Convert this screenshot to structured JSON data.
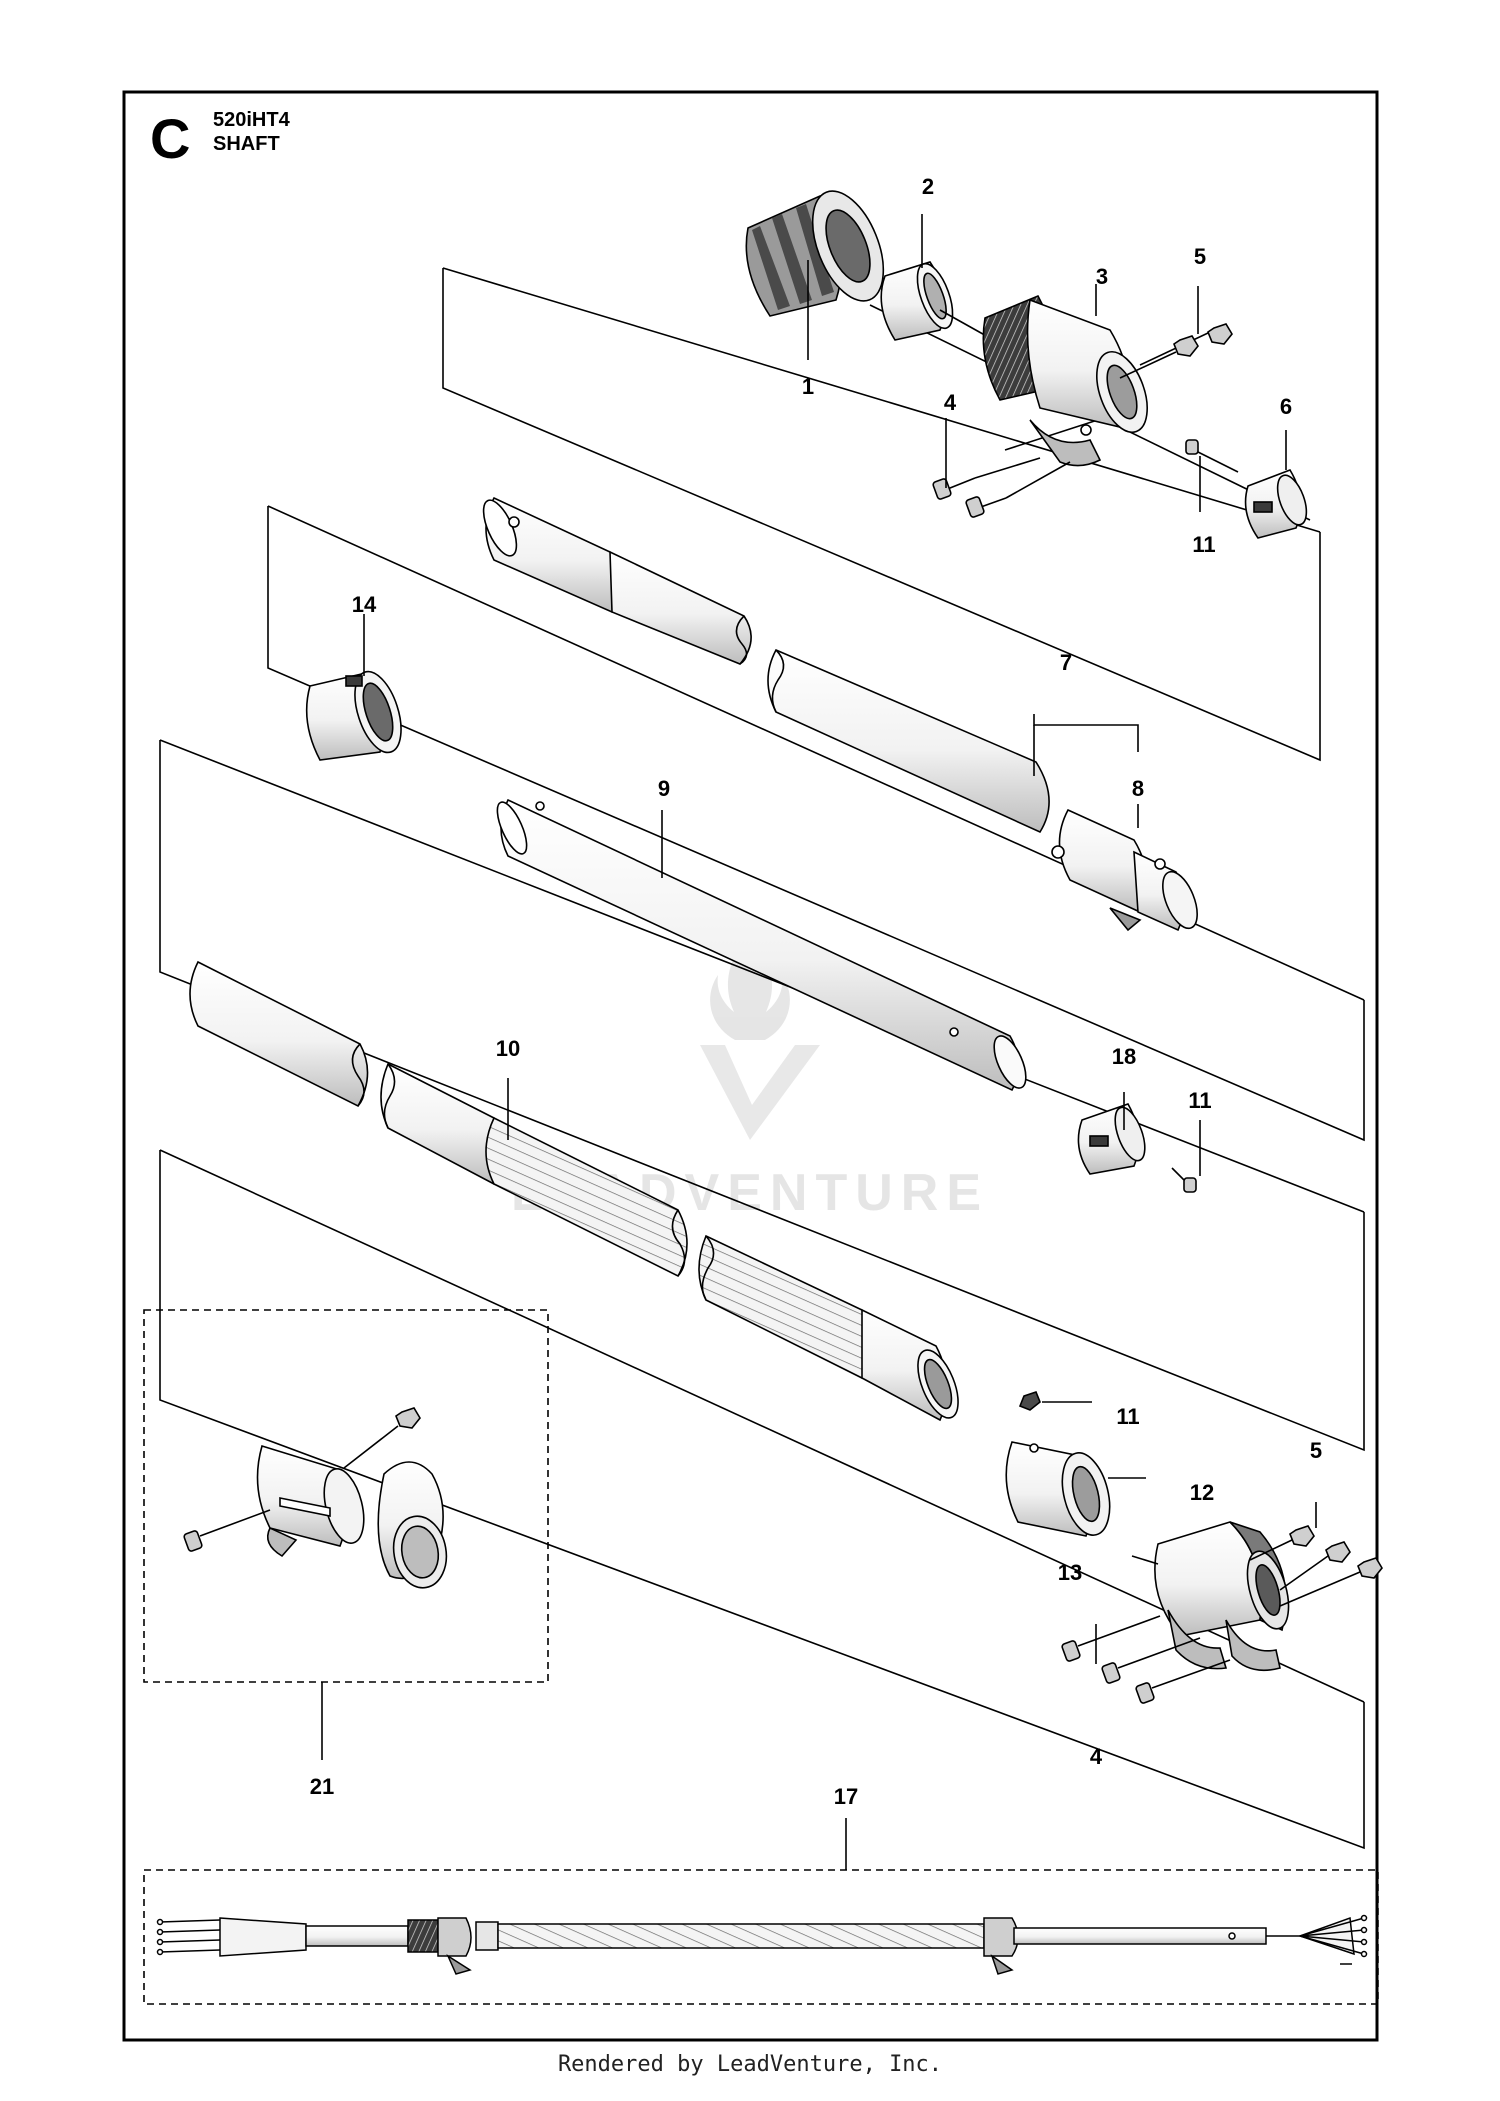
{
  "header": {
    "section_letter": "C",
    "model": "520iHT4",
    "subtitle": "SHAFT"
  },
  "watermark": {
    "text": "LEADVENTURE"
  },
  "callouts": [
    {
      "id": "c1",
      "label": "1"
    },
    {
      "id": "c2",
      "label": "2"
    },
    {
      "id": "c3",
      "label": "3"
    },
    {
      "id": "c4a",
      "label": "4"
    },
    {
      "id": "c5a",
      "label": "5"
    },
    {
      "id": "c6",
      "label": "6"
    },
    {
      "id": "c11a",
      "label": "11"
    },
    {
      "id": "c14",
      "label": "14"
    },
    {
      "id": "c7",
      "label": "7"
    },
    {
      "id": "c8",
      "label": "8"
    },
    {
      "id": "c9",
      "label": "9"
    },
    {
      "id": "c10",
      "label": "10"
    },
    {
      "id": "c18",
      "label": "18"
    },
    {
      "id": "c11b",
      "label": "11"
    },
    {
      "id": "c11c",
      "label": "11"
    },
    {
      "id": "c12",
      "label": "12"
    },
    {
      "id": "c5b",
      "label": "5"
    },
    {
      "id": "c13",
      "label": "13"
    },
    {
      "id": "c4b",
      "label": "4"
    },
    {
      "id": "c21",
      "label": "21"
    },
    {
      "id": "c17",
      "label": "17"
    }
  ],
  "footer": {
    "text": "Rendered by LeadVenture, Inc."
  },
  "colors": {
    "line": "#000000",
    "part_fill": "#ffffff",
    "shade": "#cfcfcf",
    "dark": "#4a4a4a",
    "watermark": "#e3e3e3"
  }
}
